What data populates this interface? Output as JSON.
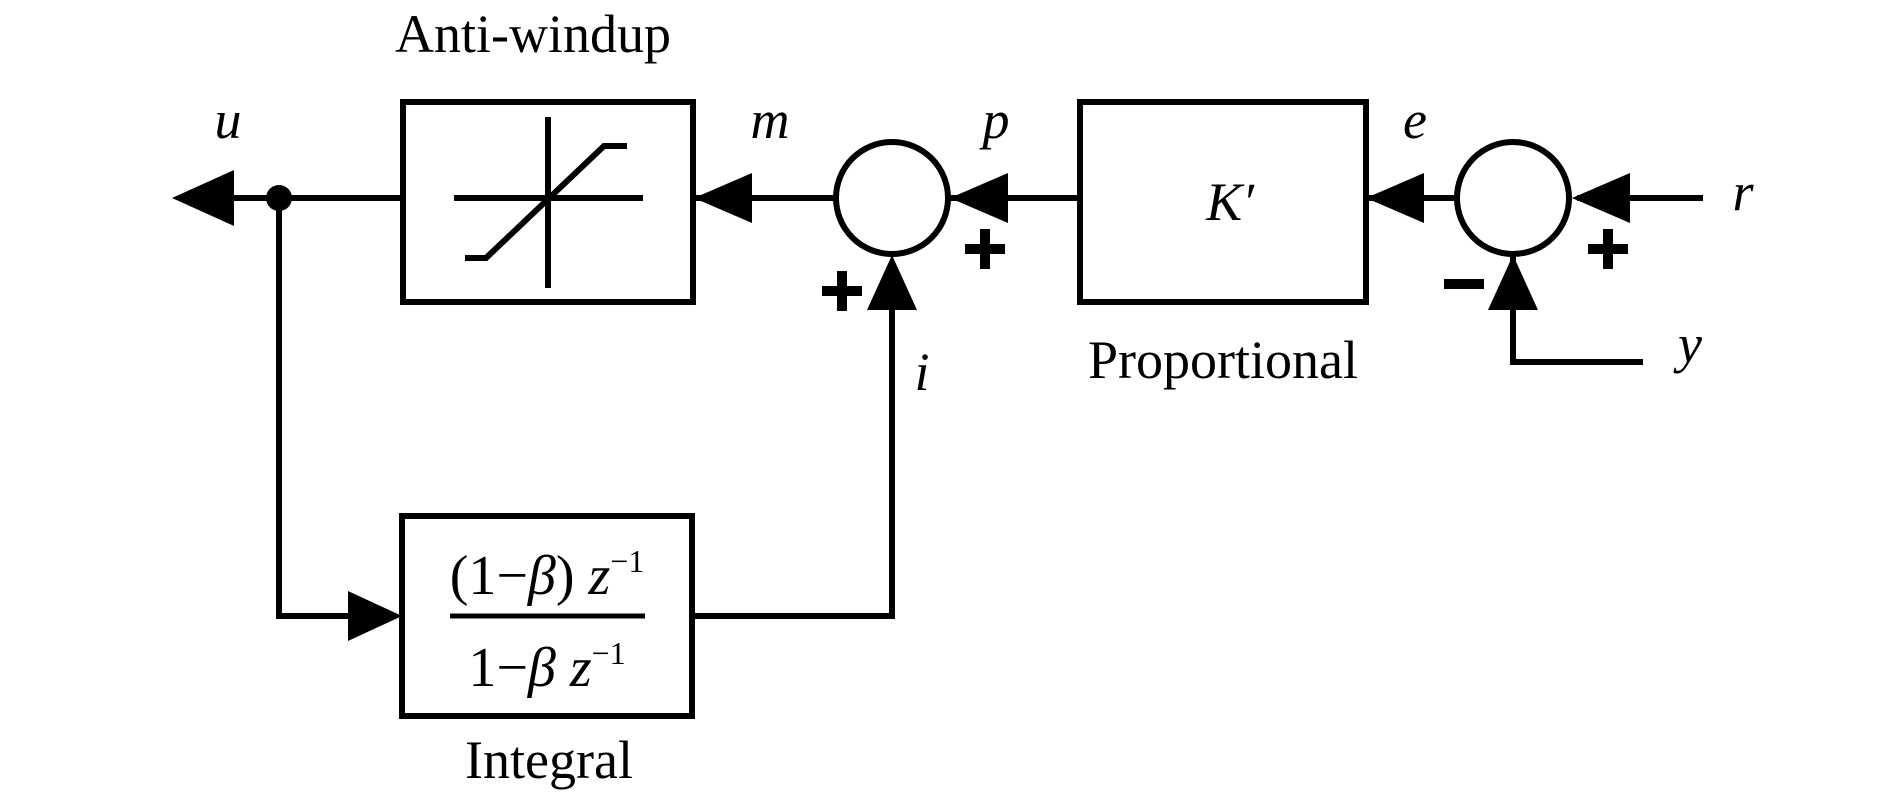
{
  "blocks": {
    "anti_windup": {
      "label": "Anti-windup"
    },
    "proportional": {
      "label": "Proportional",
      "gain": "K′"
    },
    "integral": {
      "label": "Integral",
      "num_main": "(1−",
      "num_beta": "β",
      "num_rest": ") ",
      "num_z": "z",
      "num_exp": "−1",
      "den_main": "1−",
      "den_beta": "β",
      "den_z": " z",
      "den_exp": "−1"
    }
  },
  "signals": {
    "u": "u",
    "m": "m",
    "p": "p",
    "e": "e",
    "r": "r",
    "y": "y",
    "i": "i"
  },
  "summing_junctions": [
    {
      "id": "sum-1",
      "inputs": [
        {
          "signal": "p",
          "sign": "+"
        },
        {
          "signal": "i",
          "sign": "+"
        }
      ],
      "output": "m"
    },
    {
      "id": "sum-2",
      "inputs": [
        {
          "signal": "r",
          "sign": "+"
        },
        {
          "signal": "y",
          "sign": "−"
        }
      ],
      "output": "e"
    }
  ]
}
